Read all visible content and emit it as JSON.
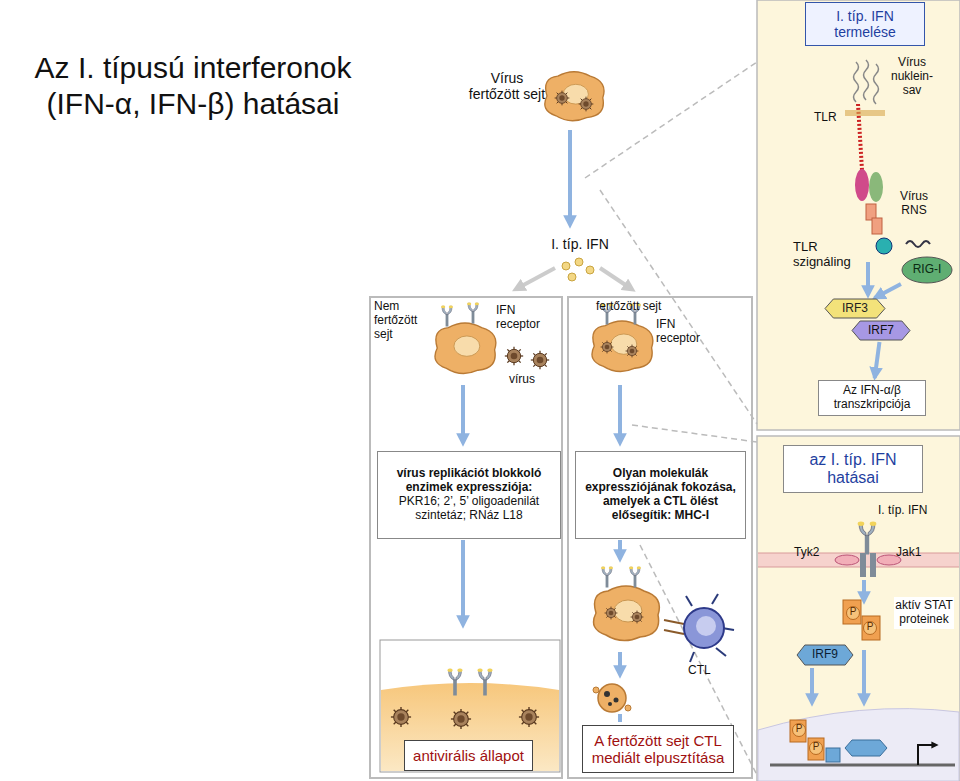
{
  "diagram": {
    "title": "Az I. típusú interferonok (IFN-α, IFN-β) hatásai",
    "nodes": [
      {
        "text": [
          "I. típ. IFN termelése"
        ]
      },
      {
        "text": [
          "RIG-I"
        ]
      },
      {
        "text": [
          "IRF3"
        ]
      },
      {
        "text": [
          "IRF7"
        ]
      },
      {
        "text": [
          "Az IFN-α/β transzkripciója"
        ]
      },
      {
        "text": [
          "vírus replikációt blokkoló enzimek expressziója:",
          "PKR16; 2’, 5’ oligoadenilát szintetáz; RNáz L18"
        ]
      },
      {
        "text": [
          "Olyan molekulák expressziójának fokozása, amelyek a CTL ölést elősegítik: MHC-I"
        ]
      },
      {
        "text": [
          "az I. típ. IFN hatásai"
        ]
      },
      {
        "text": [
          "IRF9"
        ]
      },
      {
        "text": [
          "antivirális állapot"
        ]
      },
      {
        "text": [
          "A fertőzött sejt CTL mediált elpusztítása"
        ]
      }
    ],
    "edges": [
      {
        "from": 1,
        "to": 2,
        "arrow": "to"
      },
      {
        "from": 3,
        "to": 4,
        "arrow": "to"
      }
    ],
    "labels": [
      "Vírus fertőzött sejt",
      "I. típ. IFN",
      "Vírus nuklein-sav",
      "TLR",
      "Vírus RNS",
      "TLR szignáling",
      "Nem fertőzött sejt",
      "IFN receptor",
      "vírus",
      "fertőzött sejt",
      "IFN receptor",
      "CTL",
      "I. típ. IFN",
      "Tyk2",
      "Jak1",
      "aktív STAT proteinek",
      "P",
      "P",
      "P",
      "P"
    ]
  }
}
